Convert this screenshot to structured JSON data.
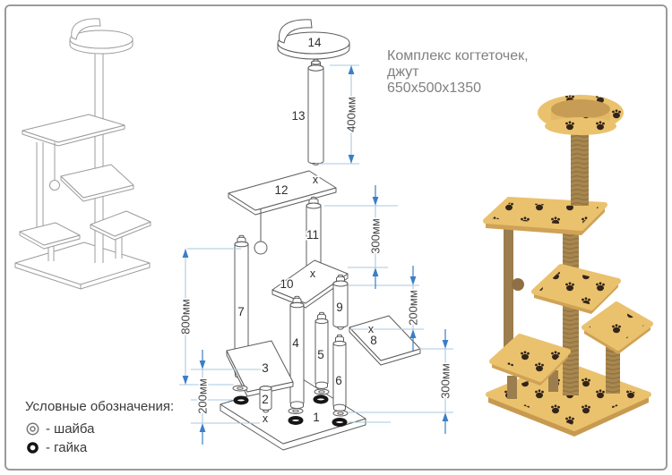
{
  "title": {
    "line1": "Комплекс когтеточек,",
    "line2": "джут",
    "line3": "650x500x1350"
  },
  "legend": {
    "heading": "Условные обозначения:",
    "washer_label": "- шайба",
    "nut_label": "- гайка"
  },
  "exploded": {
    "parts": {
      "p1": "1",
      "p2": "2",
      "p3": "3",
      "p4": "4",
      "p5": "5",
      "p6": "6",
      "p7": "7",
      "p8": "8",
      "p9": "9",
      "p10": "10",
      "p11": "11",
      "p12": "12",
      "p13": "13",
      "p14": "14"
    },
    "marks": {
      "x12": "x",
      "x11": "x",
      "x8": "x",
      "x2": "x"
    },
    "dims": {
      "d400": "400мм",
      "d300_top": "300мм",
      "d200_right": "200мм",
      "d300_right": "300мм",
      "d800": "800мм",
      "d200_left": "200мм"
    }
  },
  "colors": {
    "dimension_line": "#a8c8e0",
    "dimension_arrow": "#3b7ec6",
    "outline": "#5c5c5c",
    "fur_beige": "#eac26e",
    "paw_spot": "#33241a",
    "jute_brown": "#a8874f"
  }
}
